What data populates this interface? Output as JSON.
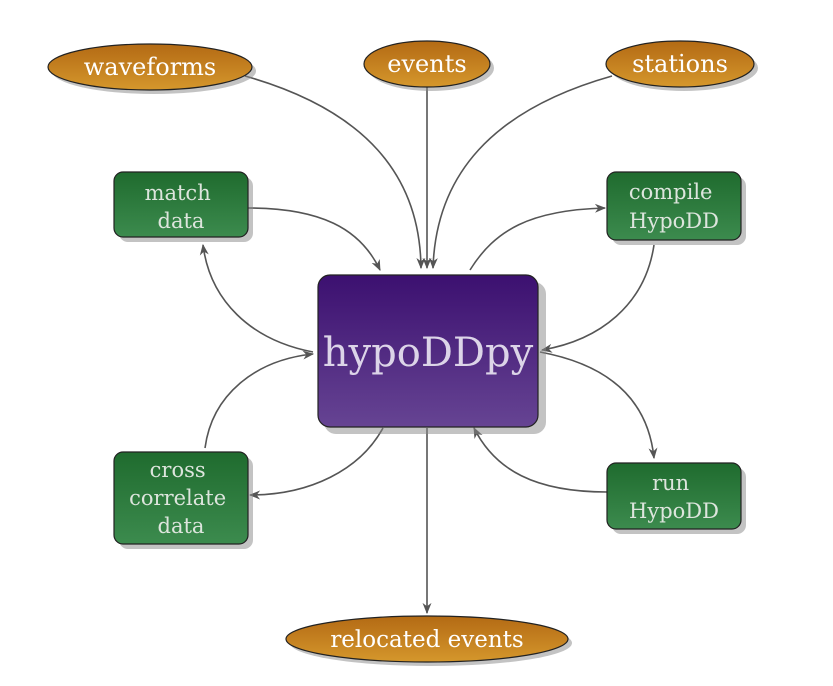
{
  "center": {
    "label": "hypoDDpy"
  },
  "inputs": {
    "waveforms": "waveforms",
    "events": "events",
    "stations": "stations"
  },
  "steps": {
    "match_data": [
      "match",
      "data"
    ],
    "compile_hypodd": [
      "compile",
      "HypoDD"
    ],
    "cross_correlate": [
      "cross",
      "correlate",
      "data"
    ],
    "run_hypodd": [
      "run",
      "HypoDD"
    ]
  },
  "output": {
    "label": "relocated events"
  },
  "colors": {
    "center_top": "#3c1070",
    "center_bottom": "#664493",
    "step_top": "#1f6b2e",
    "step_bottom": "#3c8b4e",
    "ellipse_top": "#b36a14",
    "ellipse_bottom": "#d5972c",
    "arrow": "#555555",
    "text_light": "#dde5dd"
  }
}
